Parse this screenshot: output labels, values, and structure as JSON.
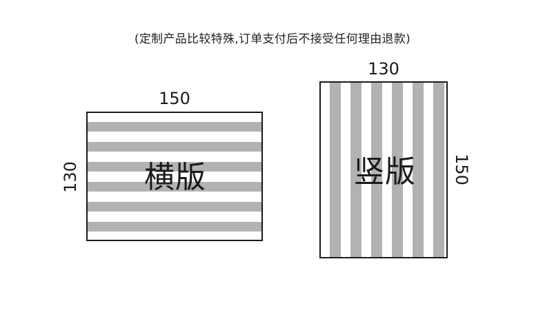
{
  "notice": "(定制产品比较特殊,订单支付后不接受任何理由退款)",
  "horizontal": {
    "label": "横版",
    "width_label": "150",
    "height_label": "130",
    "stripe_orientation": "horizontal",
    "stripe_color": "#b2b2b2"
  },
  "vertical": {
    "label": "竖版",
    "width_label": "130",
    "height_label": "150",
    "stripe_orientation": "vertical",
    "stripe_color": "#b2b2b2"
  }
}
